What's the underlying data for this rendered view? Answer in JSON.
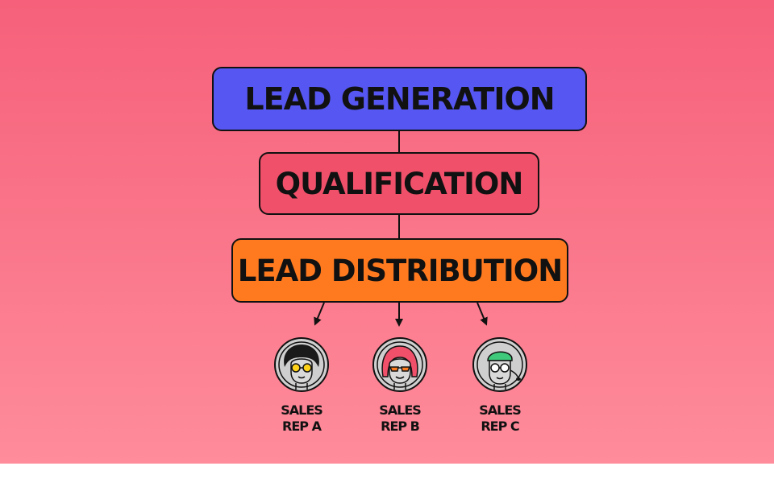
{
  "diagram": {
    "steps": [
      {
        "label": "LEAD GENERATION",
        "color": "#5656f2"
      },
      {
        "label": "QUALIFICATION",
        "color": "#f0506a"
      },
      {
        "label": "LEAD DISTRIBUTION",
        "color": "#ff7a1f"
      }
    ],
    "reps": [
      {
        "line1": "SALES",
        "line2": "REP A",
        "icon": "person-afro-yellow-glasses-icon"
      },
      {
        "line1": "SALES",
        "line2": "REP B",
        "icon": "person-red-hair-orange-glasses-icon"
      },
      {
        "line1": "SALES",
        "line2": "REP C",
        "icon": "person-green-hat-glasses-icon"
      }
    ]
  },
  "colors": {
    "background_top": "#f6607a",
    "background_bottom": "#fe8c9b",
    "outline": "#111111"
  }
}
